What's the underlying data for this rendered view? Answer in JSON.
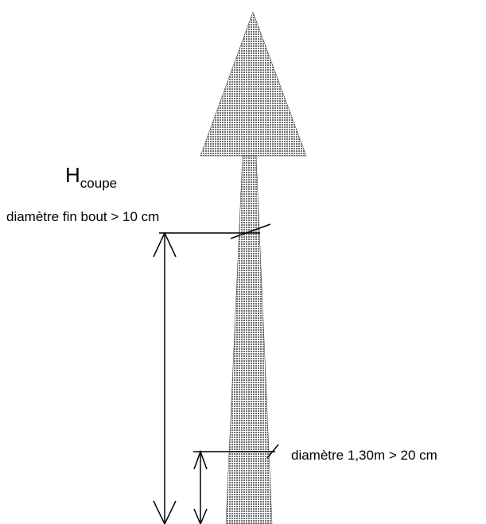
{
  "labels": {
    "height_main": "H",
    "height_sub": "coupe",
    "top_diameter": "diamètre fin bout > 10 cm",
    "breast_diameter": "diamètre 1,30m >  20 cm"
  },
  "colors": {
    "fill": "#9a9a9a",
    "line": "#000000",
    "background": "#ffffff"
  }
}
